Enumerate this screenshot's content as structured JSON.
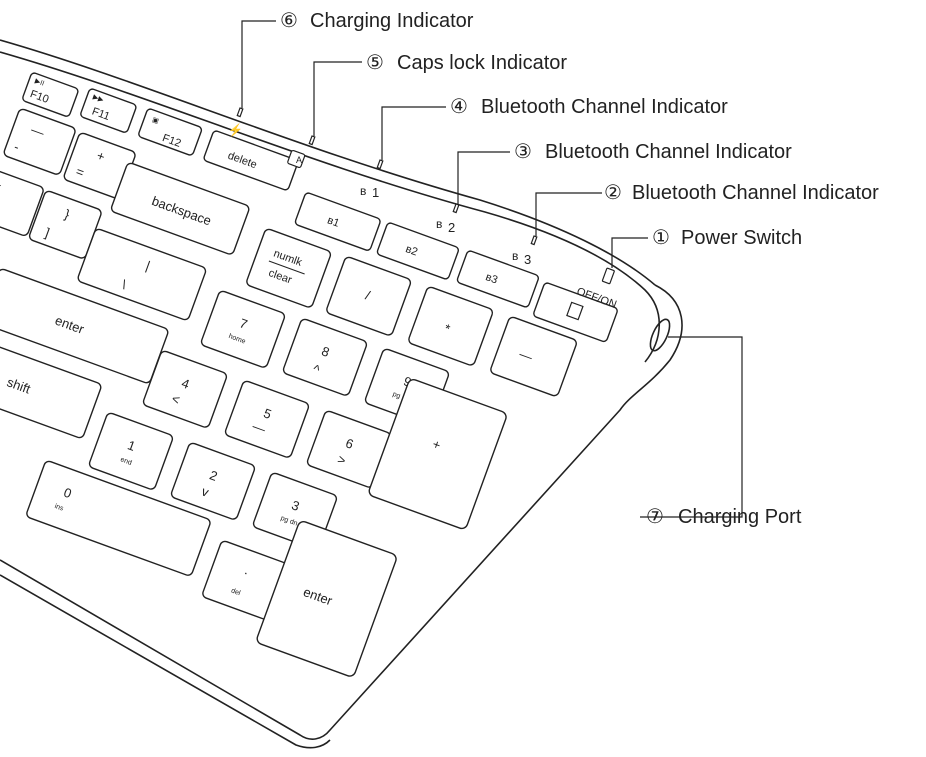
{
  "callouts": [
    {
      "num": "⑥",
      "label": "Charging Indicator"
    },
    {
      "num": "⑤",
      "label": "Caps lock Indicator"
    },
    {
      "num": "④",
      "label": "Bluetooth Channel Indicator"
    },
    {
      "num": "③",
      "label": "Bluetooth Channel Indicator"
    },
    {
      "num": "②",
      "label": "Bluetooth Channel Indicator"
    },
    {
      "num": "①",
      "label": "Power Switch"
    },
    {
      "num": "⑦",
      "label": "Charging Port"
    }
  ],
  "fn_keys": [
    {
      "main": "F10",
      "glyph": "▶II"
    },
    {
      "main": "F11",
      "glyph": "▶▶"
    },
    {
      "main": "F12",
      "glyph": "▣"
    },
    {
      "main": "delete",
      "glyph": ""
    }
  ],
  "top_keys": [
    {
      "top": "—",
      "bottom": "-"
    },
    {
      "top": "+",
      "bottom": "="
    },
    {
      "top": "{",
      "bottom": ""
    },
    {
      "top": "}",
      "bottom": "]"
    },
    {
      "top": "|",
      "bottom": "\\"
    },
    {
      "top": "",
      "bottom": "backspace"
    },
    {
      "top": "",
      "bottom": "enter"
    },
    {
      "top": "",
      "bottom": "shift"
    }
  ],
  "bt_keys": [
    "ʙ1",
    "ʙ2",
    "ʙ3"
  ],
  "indicators": {
    "caps": "A",
    "bt1": "1",
    "bt2": "2",
    "bt3": "3",
    "switch": "OFF/ON"
  },
  "numpad": {
    "numlk_top": "numlk",
    "numlk_bottom": "clear",
    "slash": "/",
    "star": "*",
    "minus": "—",
    "plus": "+",
    "k7": "7",
    "k7s": "home",
    "k8": "8",
    "k8s": "^",
    "k9": "9",
    "k9s": "pg up",
    "k4": "4",
    "k4s": "<",
    "k5": "5",
    "k5s": "—",
    "k6": "6",
    "k6s": ">",
    "k1": "1",
    "k1s": "end",
    "k2": "2",
    "k2s": "v",
    "k3": "3",
    "k3s": "pg dn",
    "k0": "0",
    "k0s": "ins",
    "dot": ".",
    "dots": "del",
    "enter": "enter"
  }
}
